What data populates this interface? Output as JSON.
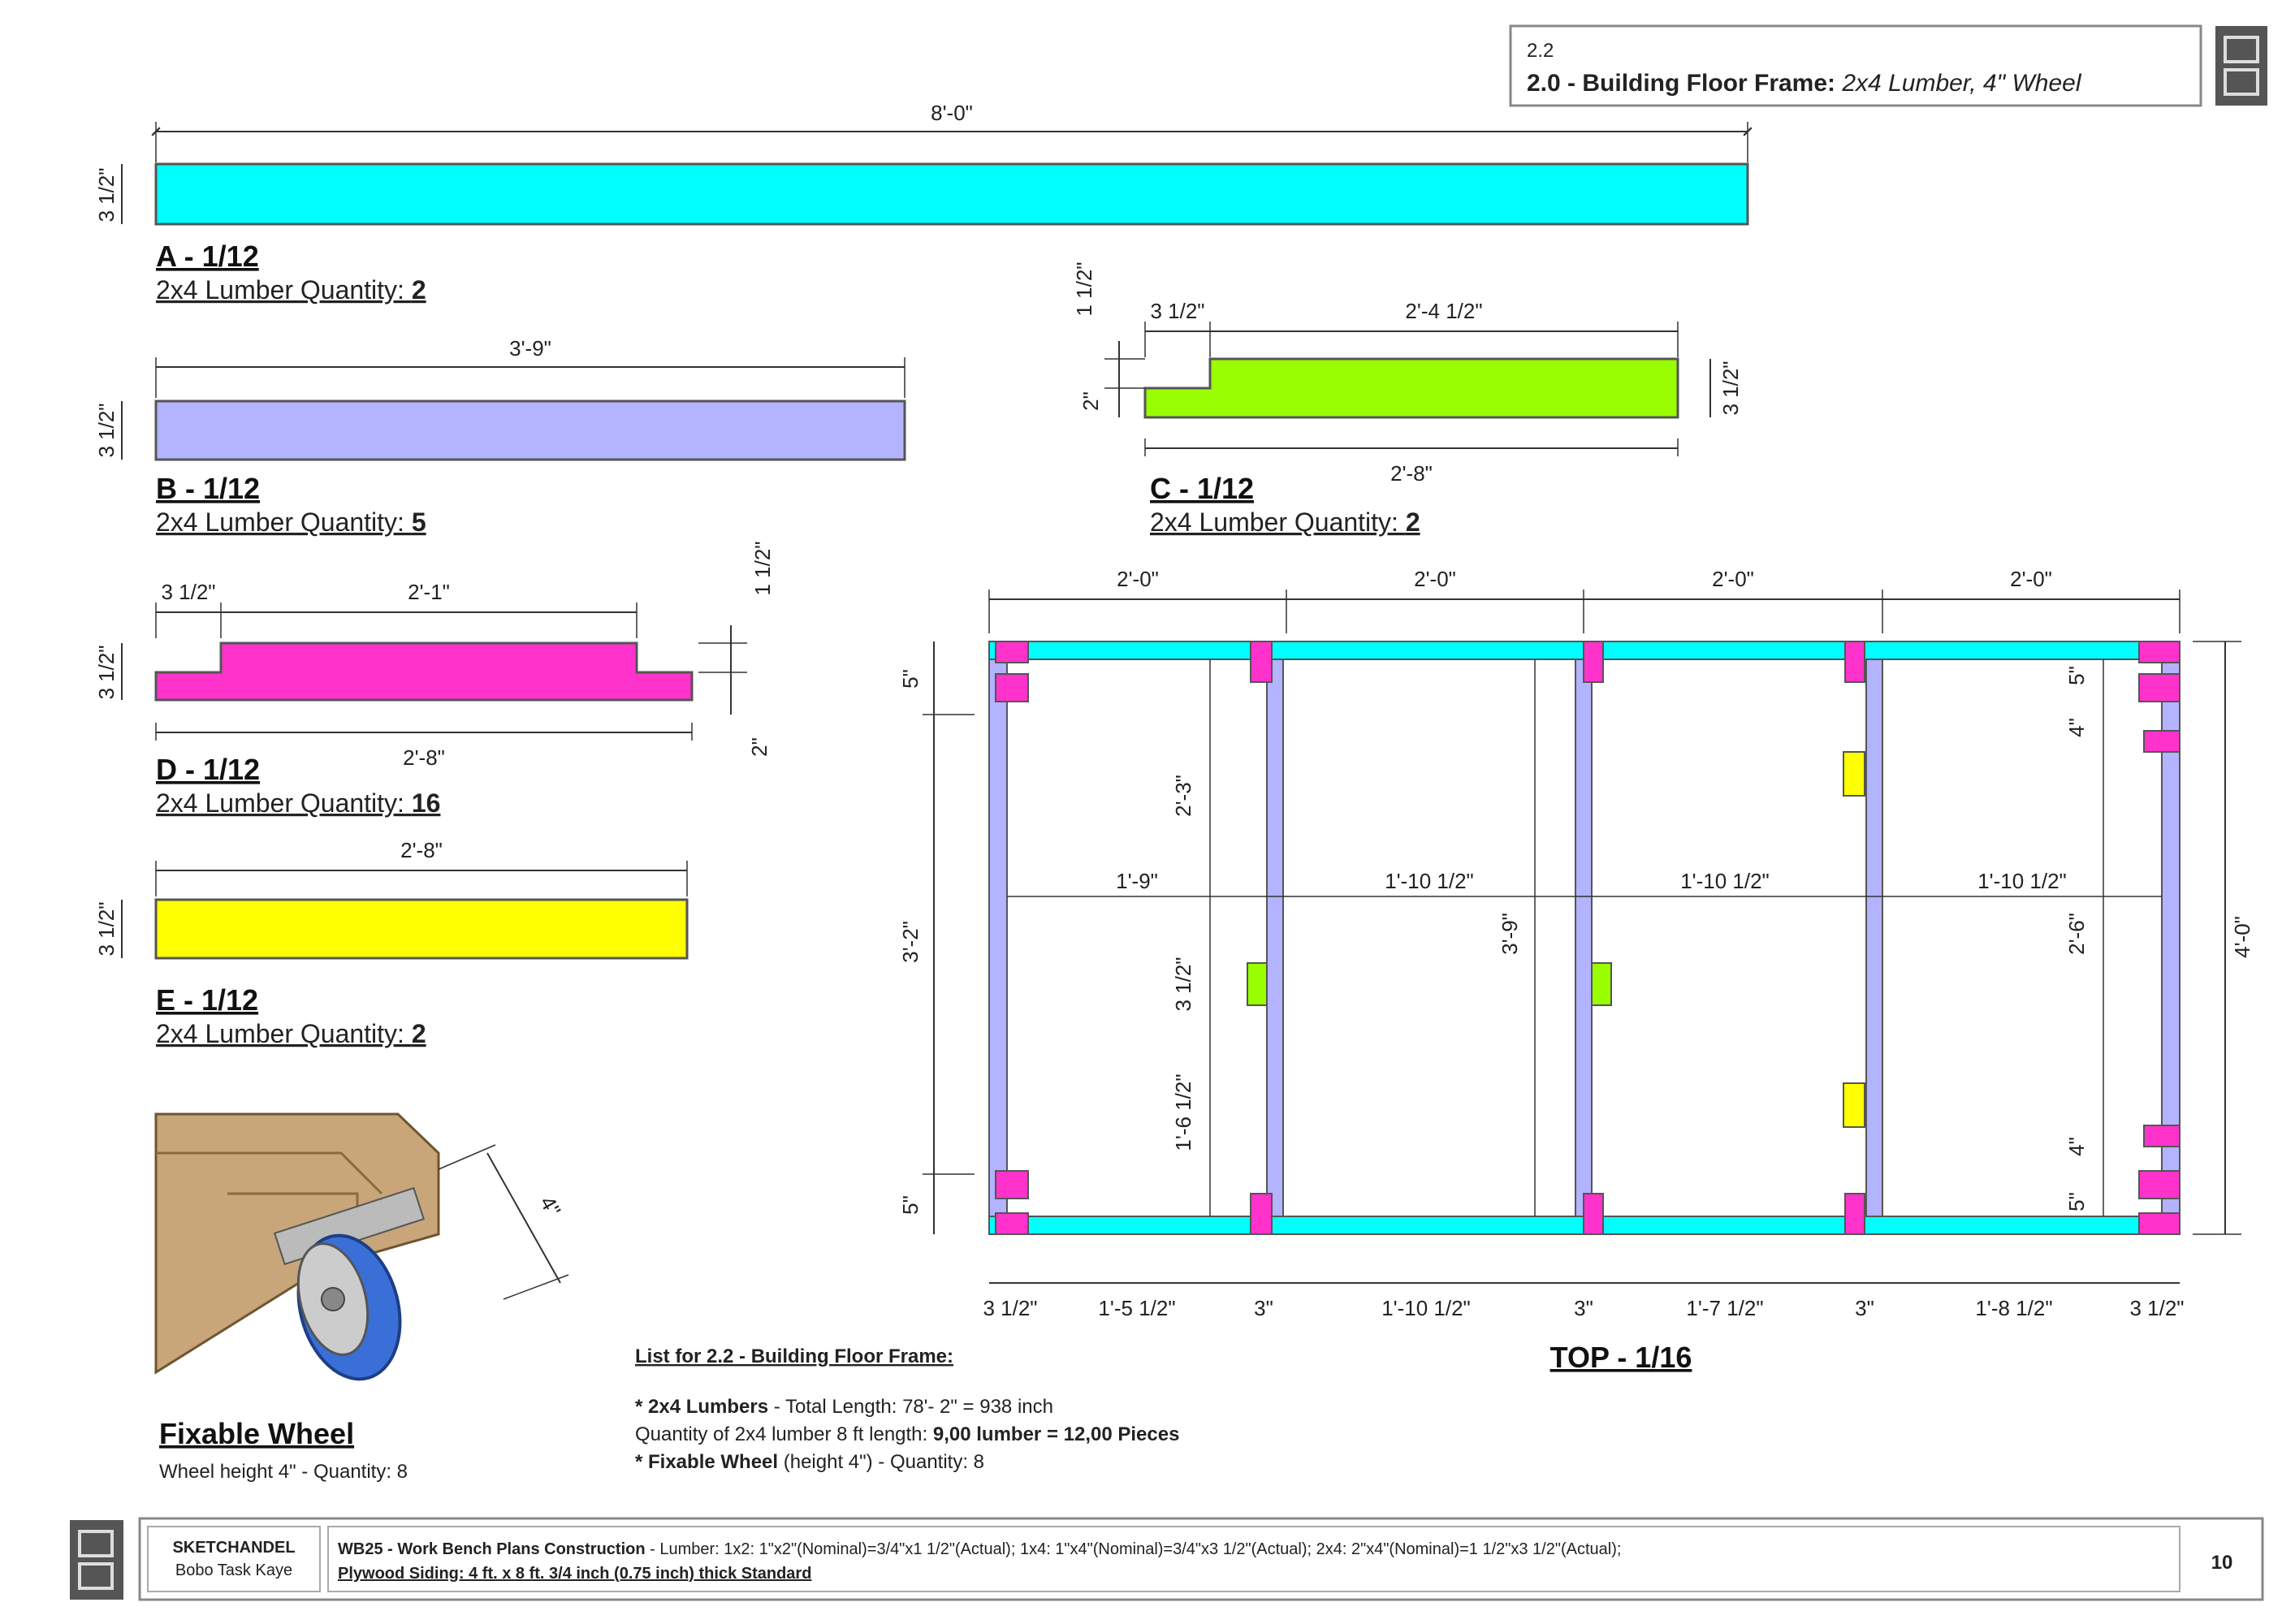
{
  "header": {
    "section": "2.2",
    "title_bold": "2.0 - Building Floor Frame:",
    "title_italic": "2x4 Lumber, 4\" Wheel"
  },
  "colors": {
    "A": "#00ffff",
    "B": "#b3b3ff",
    "C": "#99ff00",
    "D": "#ff33cc",
    "E": "#ffff00",
    "wood": "#c8a67a",
    "wheel": "#3a6fd8"
  },
  "parts": {
    "A": {
      "label": "A - 1/12",
      "qty_prefix": "2x4 Lumber Quantity: ",
      "qty": "2",
      "len": "8'-0\"",
      "w": "3 1/2\""
    },
    "B": {
      "label": "B - 1/12",
      "qty_prefix": "2x4 Lumber Quantity: ",
      "qty": "5",
      "len": "3'-9\"",
      "w": "3 1/2\""
    },
    "C": {
      "label": "C - 1/12",
      "qty_prefix": "2x4 Lumber Quantity: ",
      "qty": "2",
      "notch": "3 1/2\"",
      "top": "2'-4 1/2\"",
      "bottom": "2'-8\"",
      "w": "3 1/2\"",
      "n1": "1 1/2\"",
      "n2": "2\""
    },
    "D": {
      "label": "D - 1/12",
      "qty_prefix": "2x4 Lumber Quantity: ",
      "qty": "16",
      "notch": "3 1/2\"",
      "top": "2'-1\"",
      "bottom": "2'-8\"",
      "w": "3 1/2\"",
      "n1": "1 1/2\"",
      "n2": "2\""
    },
    "E": {
      "label": "E - 1/12",
      "qty_prefix": "2x4 Lumber Quantity: ",
      "qty": "2",
      "len": "2'-8\"",
      "w": "3 1/2\""
    }
  },
  "wheel": {
    "title": "Fixable Wheel",
    "subtitle": "Wheel height 4\" - Quantity: 8",
    "height": "4\""
  },
  "top_view": {
    "label": "TOP - 1/16",
    "top_dims": [
      "2'-0\"",
      "2'-0\"",
      "2'-0\"",
      "2'-0\""
    ],
    "mid_dims": [
      "1'-9\"",
      "1'-10 1/2\"",
      "1'-10 1/2\"",
      "1'-10 1/2\""
    ],
    "bottom_dims": [
      "3 1/2\"",
      "1'-5 1/2\"",
      "3\"",
      "1'-10 1/2\"",
      "3\"",
      "1'-7 1/2\"",
      "3\"",
      "1'-8 1/2\"",
      "3 1/2\""
    ],
    "left_dims": [
      "5\"",
      "3'-2\"",
      "5\""
    ],
    "overall_height": "4'-0\"",
    "inner_dims": [
      "2'-3\"",
      "3 1/2\"",
      "1'-6 1/2\"",
      "3'-9\"",
      "2'-6\"",
      "4\"",
      "5\"",
      "4\"",
      "5\""
    ]
  },
  "list": {
    "title": "List for 2.2 - Building Floor Frame:",
    "line1_bold": "* 2x4 Lumbers",
    "line1_rest": " - Total Length: 78'- 2\" = 938 inch",
    "line2_a": "Quantity of 2x4 lumber 8 ft length: ",
    "line2_b": "9,00 lumber = 12,00 Pieces",
    "line3_bold": "* Fixable Wheel",
    "line3_rest": " (height 4\") - Quantity: 8"
  },
  "footer": {
    "brand_line1": "SKETCHANDEL",
    "brand_line2": "Bobo Task Kaye",
    "desc_bold": "WB25 - Work Bench Plans Construction",
    "desc_rest": " - Lumber: 1x2: 1\"x2\"(Nominal)=3/4\"x1 1/2\"(Actual); 1x4: 1\"x4\"(Nominal)=3/4\"x3 1/2\"(Actual); 2x4: 2\"x4\"(Nominal)=1 1/2\"x3 1/2\"(Actual);",
    "desc_line2": "Plywood Siding: 4 ft. x 8 ft. 3/4 inch (0.75 inch) thick Standard",
    "page": "10"
  }
}
